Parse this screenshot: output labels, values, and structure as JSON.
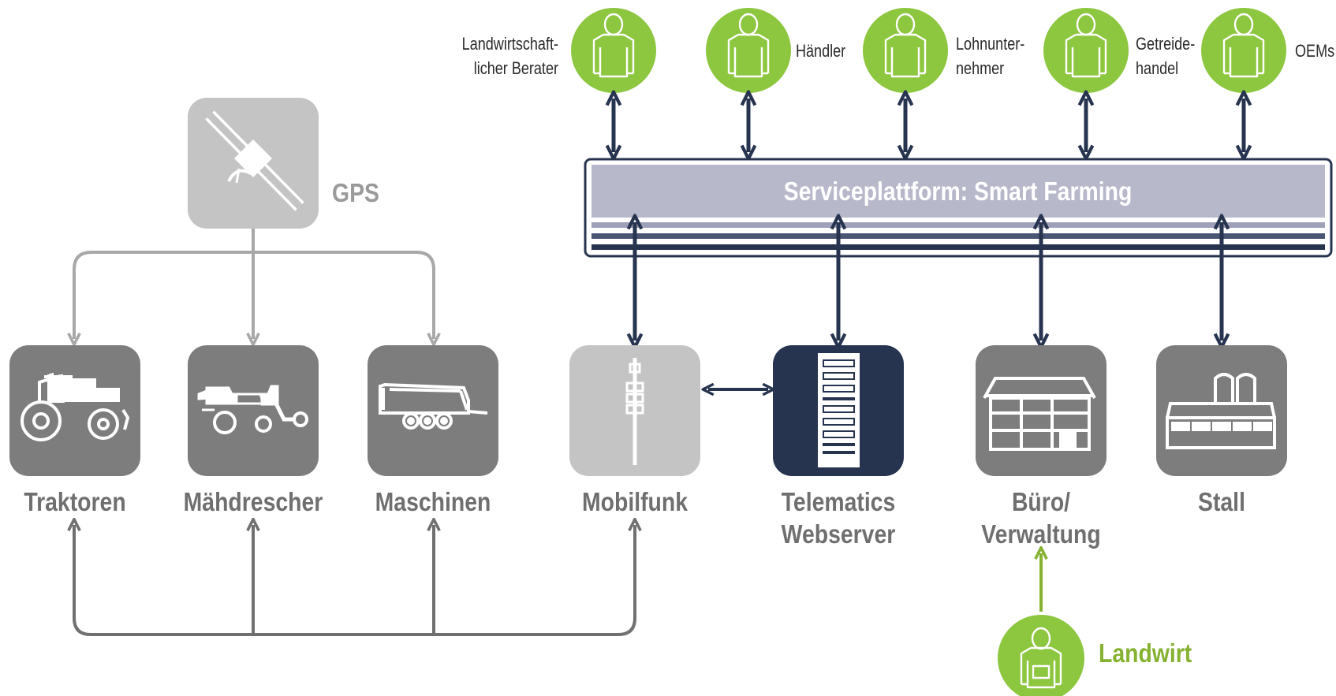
{
  "platform": {
    "title": "Serviceplattform: Smart Farming"
  },
  "gps": {
    "label": "GPS"
  },
  "nodes": {
    "traktoren": "Traktoren",
    "maehdrescher": "Mähdrescher",
    "maschinen": "Maschinen",
    "mobilfunk": "Mobilfunk",
    "telematics_line1": "Telematics",
    "telematics_line2": "Webserver",
    "buero_line1": "Büro/",
    "buero_line2": "Verwaltung",
    "stall": "Stall"
  },
  "stakeholders": {
    "berater_line1": "Landwirtschaft-",
    "berater_line2": "licher Berater",
    "haendler": "Händler",
    "lohn_line1": "Lohnunter-",
    "lohn_line2": "nehmer",
    "getreide_line1": "Getreide-",
    "getreide_line2": "handel",
    "oems": "OEMs"
  },
  "farmer": {
    "label": "Landwirt"
  },
  "colors": {
    "green": "#8dc63f",
    "navy": "#27344f",
    "dark_gray": "#7d7d7d",
    "light_gray": "#c4c4c4",
    "platform_fill": "#b7b8ca"
  }
}
